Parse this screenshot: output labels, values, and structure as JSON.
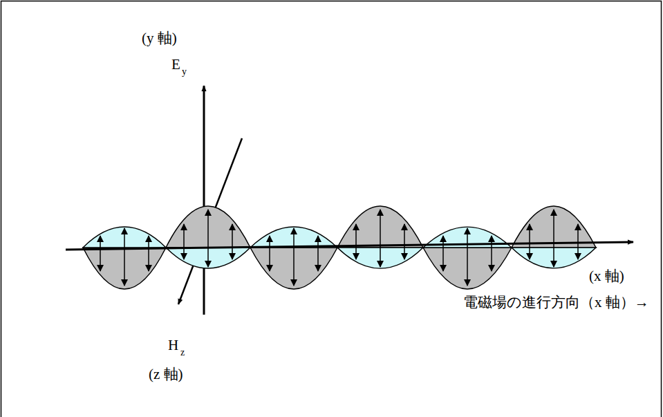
{
  "diagram": {
    "labels": [
      "(y 軸)",
      "E",
      "y",
      "(x 軸)",
      "電磁場の進行方向（x 軸）→",
      "H",
      "z",
      "(z 軸)"
    ]
  }
}
